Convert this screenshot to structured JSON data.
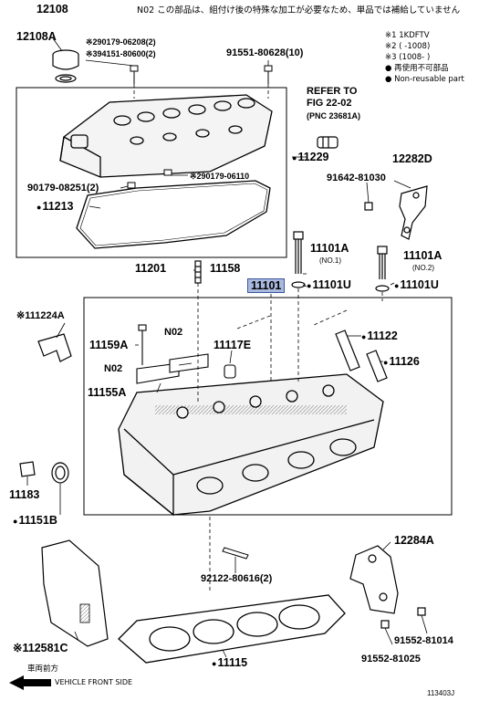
{
  "header_note": "N02 この部品は、組付け後の特殊な加工が必要なため、単品では補給していません",
  "legend": {
    "l1": "※1 1KDFTV",
    "l2": "※2 (     -1008)",
    "l3": "※3 (1008-     )",
    "l4": "● 再使用不可部品",
    "l5": "● Non-reusable part"
  },
  "refer": {
    "line1": "REFER TO",
    "line2": "FIG 22-02",
    "line3": "(PNC 23681A)"
  },
  "parts": {
    "p12108": "12108",
    "p12108A": "12108A",
    "p90179_06208": "※290179-06208(2)",
    "p94151_80600": "※394151-80600(2)",
    "p91551_80628": "91551-80628(10)",
    "p11229": "11229",
    "p90179_06110": "※290179-06110",
    "p90179_08251": "90179-08251(2)",
    "p11213": "11213",
    "p12282D": "12282D",
    "p91642_81030": "91642-81030",
    "p11201": "11201",
    "p11158": "11158",
    "p11101A_1": "11101A",
    "p11101A_1_sub": "(NO.1)",
    "p11101A_2": "11101A",
    "p11101A_2_sub": "(NO.2)",
    "p11101": "11101",
    "p11101U_1": "11101U",
    "p11101U_2": "11101U",
    "p11224A": "※111224A",
    "p11159A": "11159A",
    "pN02a": "N02",
    "p11117E": "11117E",
    "p11122": "11122",
    "pN02b": "N02",
    "p11126": "11126",
    "p11155A": "11155A",
    "p11183": "11183",
    "p11151B": "11151B",
    "p92122_80616": "92122-80616(2)",
    "p12284A": "12284A",
    "p91552_81014": "91552-81014",
    "p91552_81025": "91552-81025",
    "p12581C": "※112581C",
    "p11115": "11115"
  },
  "front": {
    "jp": "車両前方",
    "en": "VEHICLE FRONT SIDE"
  },
  "figure_id": "113403J"
}
